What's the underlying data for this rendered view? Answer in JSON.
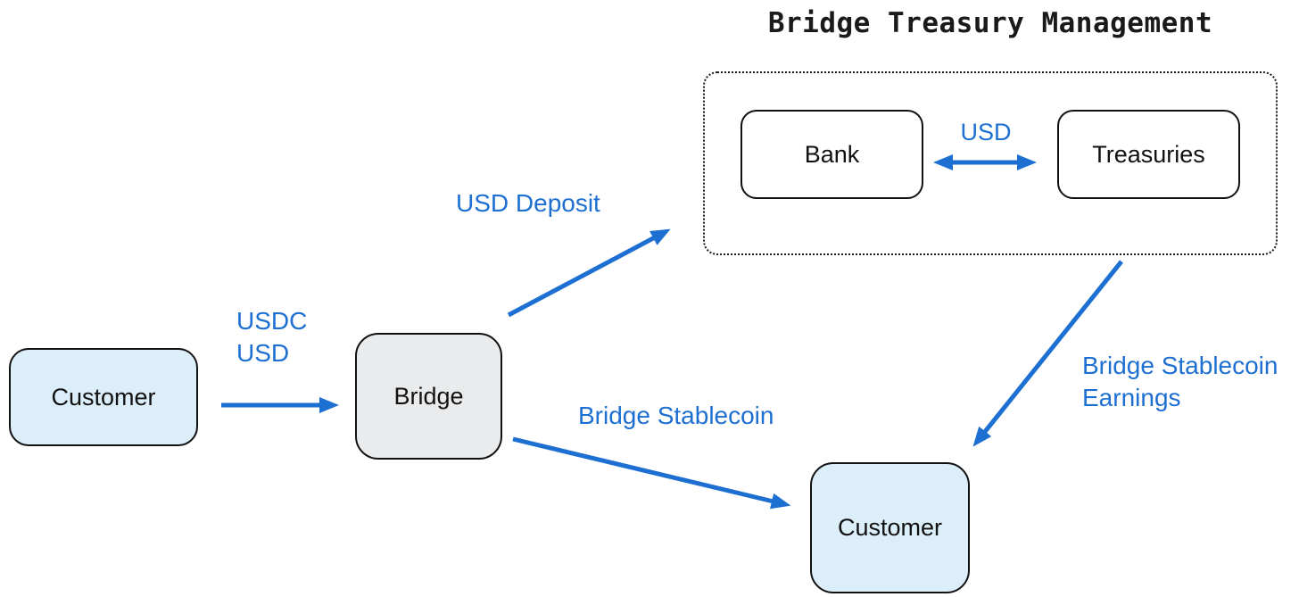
{
  "diagram": {
    "title": "Bridge Treasury Management",
    "colors": {
      "accent": "#1d6fd2",
      "node_blue_fill": "#ddeefb",
      "node_gray_fill": "#e9ebec",
      "node_white_fill": "#ffffff",
      "outline": "#111111"
    },
    "nodes": {
      "customer_left": {
        "label": "Customer"
      },
      "bridge": {
        "label": "Bridge"
      },
      "bank": {
        "label": "Bank"
      },
      "treasuries": {
        "label": "Treasuries"
      },
      "customer_bottom": {
        "label": "Customer"
      }
    },
    "edges": {
      "customer_to_bridge": {
        "line1": "USDC",
        "line2": "USD"
      },
      "bridge_to_treasury_group": {
        "label": "USD Deposit"
      },
      "bank_to_treasuries": {
        "label": "USD"
      },
      "bridge_to_customer": {
        "label": "Bridge Stablecoin"
      },
      "treasury_group_to_customer": {
        "line1": "Bridge Stablecoin",
        "line2": "Earnings"
      }
    }
  }
}
